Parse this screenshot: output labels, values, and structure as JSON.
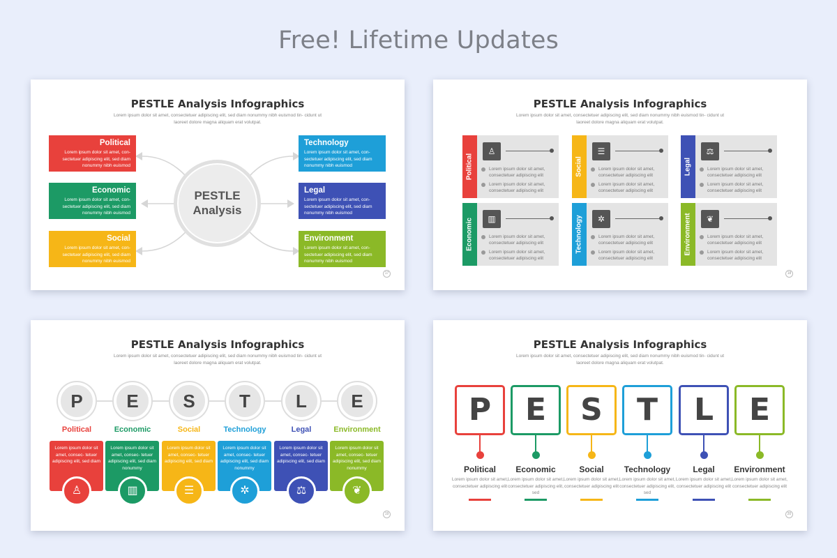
{
  "page": {
    "banner": "Free! Lifetime Updates"
  },
  "colors": {
    "political": "#e8413c",
    "economic": "#1c9a65",
    "social": "#f6b617",
    "technology": "#1e9fd8",
    "legal": "#3e51b5",
    "environment": "#8bb927"
  },
  "slide1": {
    "title": "PESTLE Analysis Infographics",
    "subtitle": "Lorem ipsum dolor sit amet, consectetuer adipiscing elit, sed diam nonummy nibh euismod tin- cidunt ut laoreet dolore magna aliquam erat volutpat.",
    "hub_line1": "PESTLE",
    "hub_line2": "Analysis",
    "page_num": "17",
    "boxes": [
      {
        "title": "Political",
        "body": "Lorem ipsum dolor sit amet, con- sectetuer adipiscing elit, sed diam nonummy nibh euismod"
      },
      {
        "title": "Economic",
        "body": "Lorem ipsum dolor sit amet, con- sectetuer adipiscing elit, sed diam nonummy nibh euismod"
      },
      {
        "title": "Social",
        "body": "Lorem ipsum dolor sit amet, con- sectetuer adipiscing elit, sed diam nonummy nibh euismod"
      },
      {
        "title": "Technology",
        "body": "Lorem ipsum dolor sit amet, con- sectetuer adipiscing elit, sed diam nonummy nibh euismod"
      },
      {
        "title": "Legal",
        "body": "Lorem ipsum dolor sit amet, con- sectetuer adipiscing elit, sed diam nonummy nibh euismod"
      },
      {
        "title": "Environment",
        "body": "Lorem ipsum dolor sit amet, con- sectetuer adipiscing elit, sed diam nonummy nibh euismod"
      }
    ]
  },
  "slide2": {
    "title": "PESTLE Analysis Infographics",
    "subtitle": "Lorem ipsum dolor sit amet, consectetuer adipiscing elit, sed diam nonummy nibh euismod tin- cidunt ut laoreet dolore magna aliquam erat volutpat.",
    "page_num": "18",
    "bullet1": "Lorem ipsum dolor sit amet, consectetuer adipiscing elit",
    "bullet2": "Lorem ipsum dolor sit amet, consectetuer adipiscing elit",
    "cards": [
      {
        "label": "Political",
        "icon": "podium-icon",
        "glyph": "♙"
      },
      {
        "label": "Social",
        "icon": "chat-icon",
        "glyph": "☰"
      },
      {
        "label": "Legal",
        "icon": "scale-icon",
        "glyph": "⚖"
      },
      {
        "label": "Economic",
        "icon": "chart-icon",
        "glyph": "▥"
      },
      {
        "label": "Technology",
        "icon": "chip-icon",
        "glyph": "✲"
      },
      {
        "label": "Environment",
        "icon": "leaf-icon",
        "glyph": "❦"
      }
    ]
  },
  "slide3": {
    "title": "PESTLE Analysis Infographics",
    "subtitle": "Lorem ipsum dolor sit amet, consectetuer adipiscing elit, sed diam nonummy nibh euismod tin- cidunt ut laoreet dolore magna aliquam erat volutpat.",
    "page_num": "19",
    "items": [
      {
        "letter": "P",
        "label": "Political",
        "body": "Lorem ipsum dolor sit amet, consec- tetuer adipiscing elit, sed diam",
        "icon": "podium-icon",
        "glyph": "♙"
      },
      {
        "letter": "E",
        "label": "Economic",
        "body": "Lorem ipsum dolor sit amet, consec- tetuer adipiscing elit, sed diam nonummy",
        "icon": "chart-icon",
        "glyph": "▥"
      },
      {
        "letter": "S",
        "label": "Social",
        "body": "Lorem ipsum dolor sit amet, consec- tetuer adipiscing elit, sed diam",
        "icon": "chat-icon",
        "glyph": "☰"
      },
      {
        "letter": "T",
        "label": "Technology",
        "body": "Lorem ipsum dolor sit amet, consec- tetuer adipiscing elit, sed diam nonummy",
        "icon": "chip-icon",
        "glyph": "✲"
      },
      {
        "letter": "L",
        "label": "Legal",
        "body": "Lorem ipsum dolor sit amet, consec- tetuer adipiscing elit, sed diam",
        "icon": "scale-icon",
        "glyph": "⚖"
      },
      {
        "letter": "E",
        "label": "Environment",
        "body": "Lorem ipsum dolor sit amet, consec- tetuer adipiscing elit, sed diam nonummy",
        "icon": "leaf-icon",
        "glyph": "❦"
      }
    ]
  },
  "slide4": {
    "title": "PESTLE Analysis Infographics",
    "subtitle": "Lorem ipsum dolor sit amet, consectetuer adipiscing elit, sed diam nonummy nibh euismod tin- cidunt ut laoreet dolore magna aliquam erat volutpat.",
    "page_num": "20",
    "items": [
      {
        "letter": "P",
        "label": "Political",
        "body": "Lorem ipsum dolor sit amet, consectetuer adipiscing elit"
      },
      {
        "letter": "E",
        "label": "Economic",
        "body": "Lorem ipsum dolor sit amet, consectetuer adipiscing elit, sed"
      },
      {
        "letter": "S",
        "label": "Social",
        "body": "Lorem ipsum dolor sit amet, consectetuer adipiscing elit"
      },
      {
        "letter": "T",
        "label": "Technology",
        "body": "Lorem ipsum dolor sit amet, consectetuer adipiscing elit, sed"
      },
      {
        "letter": "L",
        "label": "Legal",
        "body": "Lorem ipsum dolor sit amet, consectetuer adipiscing elit"
      },
      {
        "letter": "E",
        "label": "Environment",
        "body": "Lorem ipsum dolor sit amet, consectetuer adipiscing elit"
      }
    ]
  }
}
